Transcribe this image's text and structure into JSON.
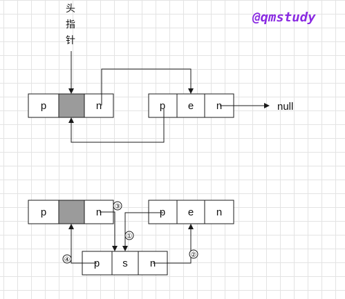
{
  "watermark": "@qmstudy",
  "head_pointer": {
    "chars": [
      "头",
      "指",
      "针"
    ]
  },
  "null_label": "null",
  "cells": {
    "p": "p",
    "n": "n",
    "e": "e",
    "s": "s"
  },
  "steps": {
    "one": "①",
    "two": "②",
    "three": "③",
    "four": "④"
  },
  "colors": {
    "line": "#1a1a1a",
    "head_fill": "#9b9b9b",
    "watermark": "#8a2be2"
  }
}
